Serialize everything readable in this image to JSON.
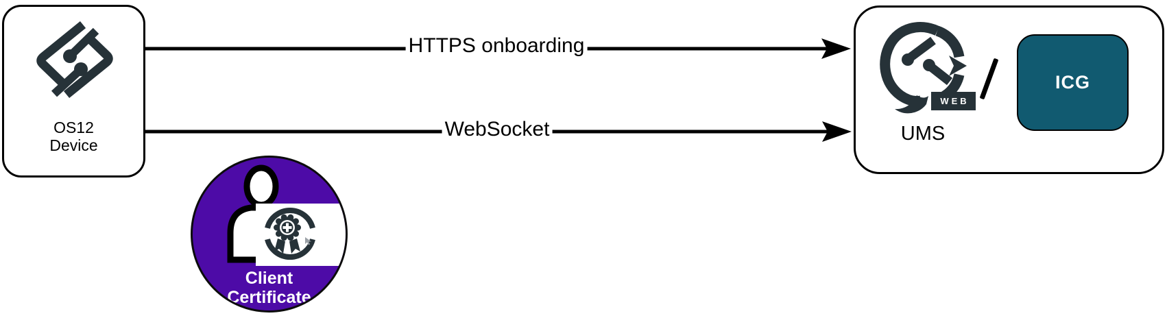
{
  "colors": {
    "logo_dark": "#263238",
    "certificate_purple": "#4D0BA7",
    "icg_teal": "#115A70"
  },
  "device_box": {
    "label_line1": "OS12",
    "label_line2": "Device"
  },
  "arrows": [
    {
      "label": "HTTPS onboarding"
    },
    {
      "label": "WebSocket"
    }
  ],
  "ums_box": {
    "web_badge": "WEB",
    "separator": "/",
    "icg_label": "ICG",
    "label": "UMS"
  },
  "certificate": {
    "label_line1": "Client",
    "label_line2": "Certificate"
  }
}
